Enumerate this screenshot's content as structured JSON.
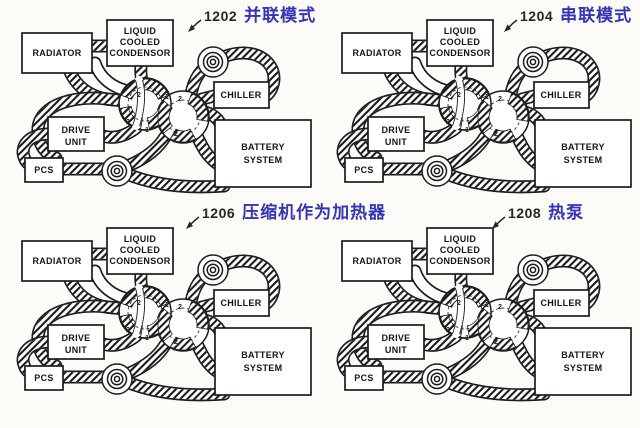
{
  "figure": {
    "background": "#fcfbf8",
    "colors": {
      "ink": "#1c1c1c",
      "title_number": "#262626",
      "title_blue": "#3534b4",
      "box_fill": "#ffffff"
    },
    "components": {
      "radiator": "RADIATOR",
      "condensor_line1": "LIQUID",
      "condensor_line2": "COOLED",
      "condensor_line3": "CONDENSOR",
      "chiller": "CHILLER",
      "drive_unit_line1": "DRIVE",
      "drive_unit_line2": "UNIT",
      "pcs": "PCS",
      "battery_line1": "BATTERY",
      "battery_line2": "SYSTEM"
    },
    "valve_ports": {
      "p1": "2",
      "p2": "1",
      "p3": "2",
      "p4": "2",
      "p5": "1",
      "p6": "2"
    },
    "diagrams": [
      {
        "number": "1202",
        "title": "并联模式"
      },
      {
        "number": "1204",
        "title": "串联模式"
      },
      {
        "number": "1206",
        "title": "压缩机作为加热器"
      },
      {
        "number": "1208",
        "title": "热泵"
      }
    ]
  }
}
